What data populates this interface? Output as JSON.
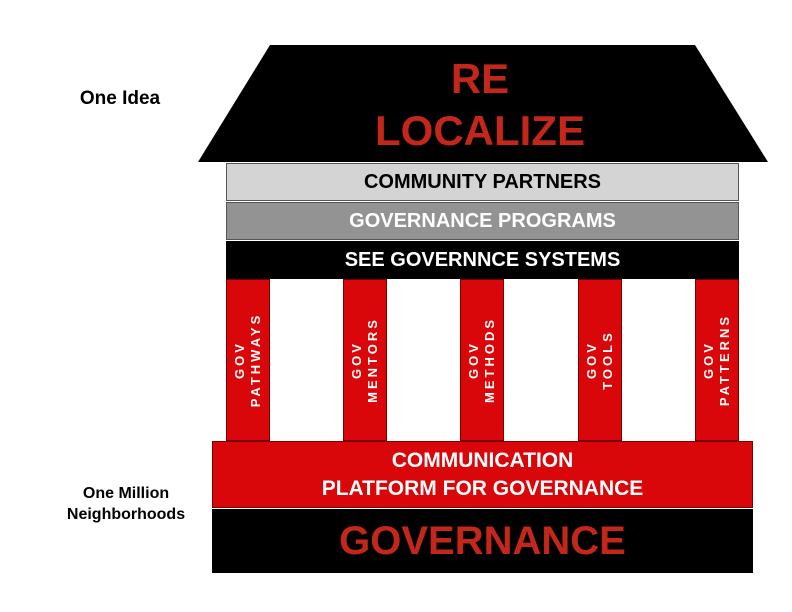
{
  "left_labels": {
    "top": "One Idea",
    "bottom_line1": "One Million",
    "bottom_line2": "Neighborhoods"
  },
  "roof": {
    "line1": "RE",
    "line2": "LOCALIZE"
  },
  "bands": {
    "community_partners": "COMMUNITY PARTNERS",
    "governance_programs": "GOVERNANCE PROGRAMS",
    "systems": "SEE GOVERNNCE SYSTEMS"
  },
  "pillars": [
    {
      "prefix": "GOV",
      "label": "PATHWAYS"
    },
    {
      "prefix": "GOV",
      "label": "MENTORS"
    },
    {
      "prefix": "GOV",
      "label": "METHODS"
    },
    {
      "prefix": "GOV",
      "label": "TOOLS"
    },
    {
      "prefix": "GOV",
      "label": "PATTERNS"
    }
  ],
  "platform": {
    "line1": "COMMUNICATION",
    "line2": "PLATFORM FOR GOVERNANCE"
  },
  "foundation": {
    "label": "GOVERNANCE"
  },
  "colors": {
    "red": "#d9060a",
    "dark_red_text": "#c2271a",
    "black": "#000000",
    "light_gray": "#d4d4d4",
    "mid_gray": "#939393"
  }
}
